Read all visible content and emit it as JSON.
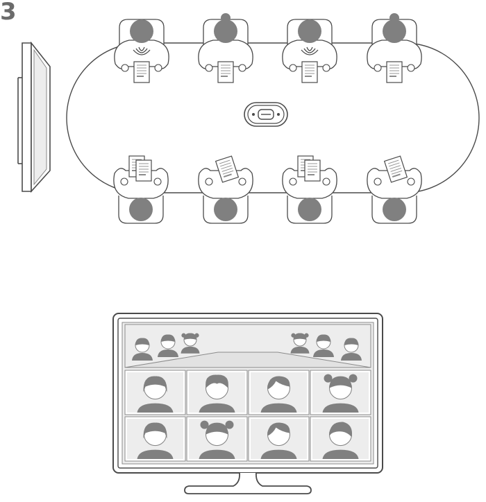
{
  "step": {
    "number": "3"
  },
  "colors": {
    "outline": "#4a4a4a",
    "line": "#8a8a8a",
    "head": "#808080",
    "screen": "#ededed",
    "body_fill": "#ffffff"
  },
  "room": {
    "display": {
      "icon": "wall-display-icon"
    },
    "table": {
      "icon": "conference-table-icon"
    },
    "device": {
      "icon": "conference-speakerphone-icon"
    },
    "top_seats": [
      {
        "id": 1,
        "speaking": true,
        "hair": "short"
      },
      {
        "id": 2,
        "speaking": false,
        "hair": "bun"
      },
      {
        "id": 3,
        "speaking": true,
        "hair": "short"
      },
      {
        "id": 4,
        "speaking": false,
        "hair": "bun"
      }
    ],
    "bottom_seats": [
      {
        "id": 5,
        "papers": 2
      },
      {
        "id": 6,
        "papers": 1
      },
      {
        "id": 7,
        "papers": 2
      },
      {
        "id": 8,
        "papers": 1
      }
    ]
  },
  "monitor": {
    "icon": "monitor-icon",
    "room_view": {
      "left_people": 3,
      "right_people": 3
    },
    "tiles": [
      {
        "hair": "bob"
      },
      {
        "hair": "curly"
      },
      {
        "hair": "side"
      },
      {
        "hair": "pigtails"
      },
      {
        "hair": "bob"
      },
      {
        "hair": "pigtails"
      },
      {
        "hair": "side"
      },
      {
        "hair": "wave"
      }
    ]
  }
}
